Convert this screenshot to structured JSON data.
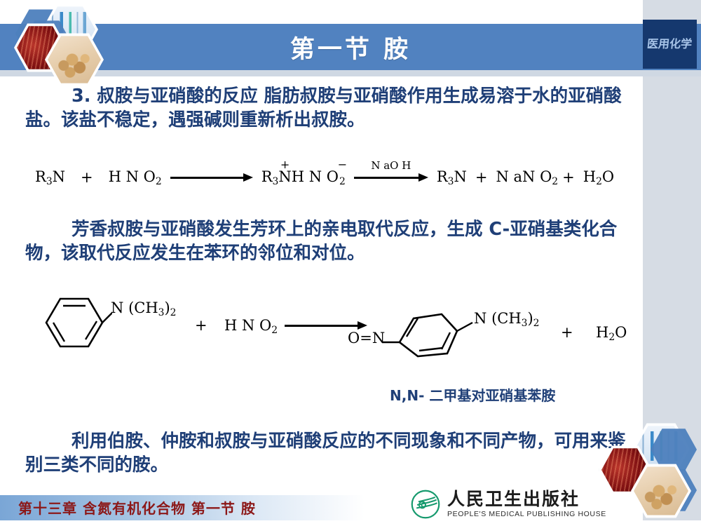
{
  "header": {
    "title": "第一节  胺",
    "brand": "医用化学",
    "hex_icons": [
      "hexagon-image-red-crystals",
      "hexagon-image-lab-glassware",
      "hexagon-image-capsules"
    ]
  },
  "body": {
    "paragraph1": "3. 叔胺与亚硝酸的反应  脂肪叔胺与亚硝酸作用生成易溶于水的亚硝酸盐。该盐不稳定，遇强碱则重新析出叔胺。",
    "paragraph2": "芳香叔胺与亚硝酸发生芳环上的亲电取代反应，生成 C-亚硝基类化合物，该取代反应发生在苯环的邻位和对位。",
    "paragraph3": "利用伯胺、仲胺和叔胺与亚硝酸反应的不同现象和不同产物，可用来鉴别三类不同的胺。"
  },
  "equation1": {
    "reactant1": "R",
    "reactant1_sub": "3",
    "reactant1_tail": "N",
    "plus": "+",
    "reactant2": "H N O",
    "reactant2_sub": "2",
    "intermediate_a": "R",
    "intermediate_a_sub": "3",
    "intermediate_n": "N",
    "intermediate_n_charge": "+",
    "intermediate_b": "H N O",
    "intermediate_b_sub": "2",
    "intermediate_b_charge": "−",
    "arrow2_label": "N aO H",
    "product1": "R",
    "product1_sub": "3",
    "product1_tail": "N",
    "product2": "N aN O",
    "product2_sub": "2",
    "product3": "H",
    "product3_sub": "2",
    "product3_tail": "O"
  },
  "equation2": {
    "amine_label": "N",
    "amine_group": "(CH",
    "amine_group_sub": "3",
    "amine_group_close": ")",
    "amine_group_sub2": "2",
    "plus": "+",
    "reactant2": "H N O",
    "reactant2_sub": "2",
    "nitroso_o": "O",
    "nitroso_bond": "=",
    "nitroso_n": "N",
    "water": "H",
    "water_sub": "2",
    "water_tail": "O"
  },
  "caption": "N,N- 二甲基对亚硝基苯胺",
  "footer": {
    "chapter": "第十三章  含氮有机化合物    第一节  胺",
    "publisher_cn": "人民卫生出版社",
    "publisher_en": "PEOPLE'S MEDICAL PUBLISHING HOUSE",
    "publisher_mark": "pmph-swirl-logo-icon"
  },
  "colors": {
    "header_blue": "#5182c0",
    "brand_navy": "#15386e",
    "text_blue": "#1f3f77",
    "footer_red": "#8c1818",
    "panel_gray": "#d6dce4",
    "logo_green": "#179a6e"
  }
}
